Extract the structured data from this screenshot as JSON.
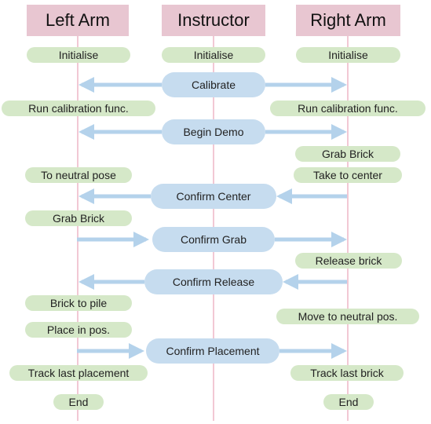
{
  "headers": {
    "left": "Left Arm",
    "instructor": "Instructor",
    "right": "Right Arm"
  },
  "left": {
    "initialise": "Initialise",
    "run_calibration": "Run calibration func.",
    "to_neutral_pose": "To neutral pose",
    "grab_brick": "Grab Brick",
    "brick_to_pile": "Brick to pile",
    "place_in_pos": "Place in pos.",
    "track_last_placement": "Track last placement",
    "end": "End"
  },
  "instructor": {
    "initialise": "Initialise",
    "calibrate": "Calibrate",
    "begin_demo": "Begin Demo",
    "confirm_center": "Confirm Center",
    "confirm_grab": "Confirm Grab",
    "confirm_release": "Confirm Release",
    "confirm_placement": "Confirm Placement"
  },
  "right": {
    "initialise": "Initialise",
    "run_calibration": "Run calibration func.",
    "grab_brick": "Grab Brick",
    "take_to_center": "Take to center",
    "release_brick": "Release brick",
    "move_to_neutral": "Move to neutral pos.",
    "track_last_brick": "Track last brick",
    "end": "End"
  },
  "colors": {
    "header": "#e8c6d1",
    "arm_step": "#d5e8c8",
    "message": "#c6dcef",
    "lifeline": "#f2c8d4",
    "arrow": "#b4d2eb"
  }
}
